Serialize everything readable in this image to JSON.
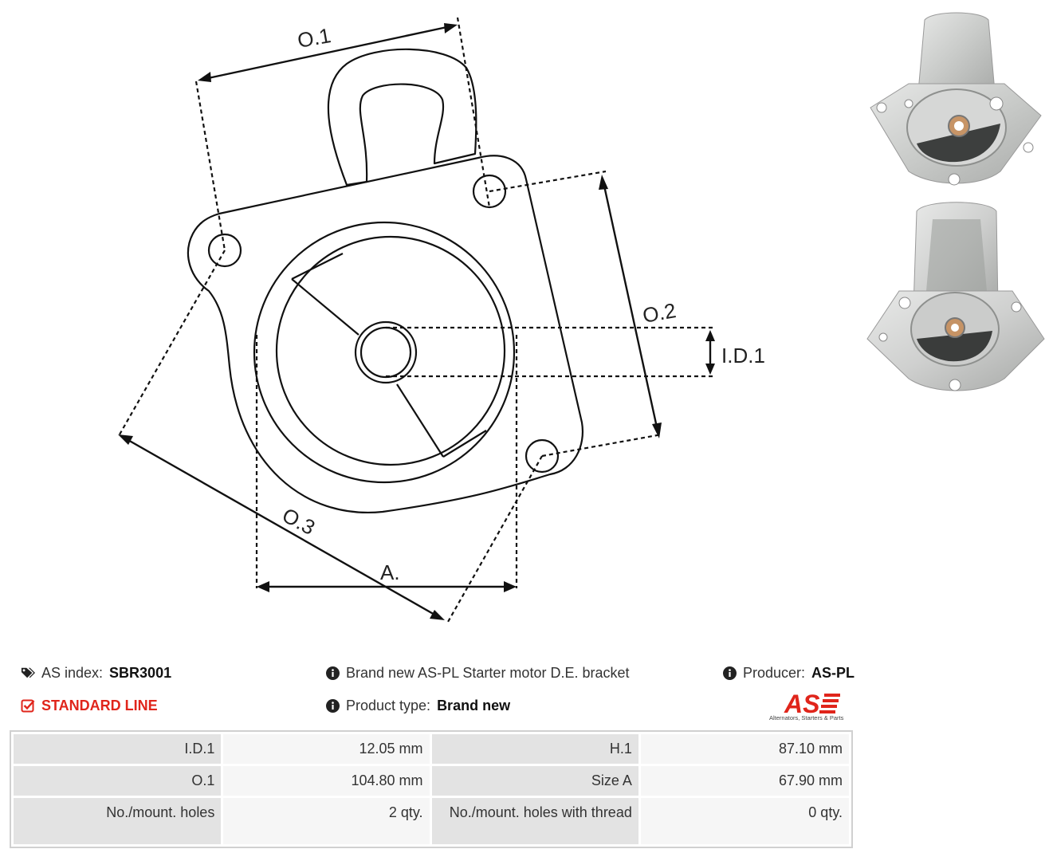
{
  "diagram": {
    "labels": {
      "o1": "O.1",
      "o2": "O.2",
      "o3": "O.3",
      "id1": "I.D.1",
      "a": "A."
    }
  },
  "info": {
    "as_index_label": "AS index:",
    "as_index_value": "SBR3001",
    "standard_line": "STANDARD LINE",
    "description": "Brand new AS-PL Starter motor D.E. bracket",
    "product_type_label": "Product type:",
    "product_type_value": "Brand new",
    "producer_label": "Producer:",
    "producer_value": "AS-PL"
  },
  "logo": {
    "mark": "AS",
    "tagline": "Alternators, Starters & Parts",
    "color": "#e0251b"
  },
  "specs": {
    "rows": [
      {
        "k1": "I.D.1",
        "v1": "12.05 mm",
        "k2": "H.1",
        "v2": "87.10 mm"
      },
      {
        "k1": "O.1",
        "v1": "104.80 mm",
        "k2": "Size A",
        "v2": "67.90 mm"
      },
      {
        "k1": "No./mount. holes",
        "v1": "2 qty.",
        "k2": "No./mount. holes with thread",
        "v2": "0 qty."
      }
    ]
  },
  "icons": {
    "tag": "tags-icon",
    "check": "check-square-icon",
    "info": "info-circle-icon"
  }
}
